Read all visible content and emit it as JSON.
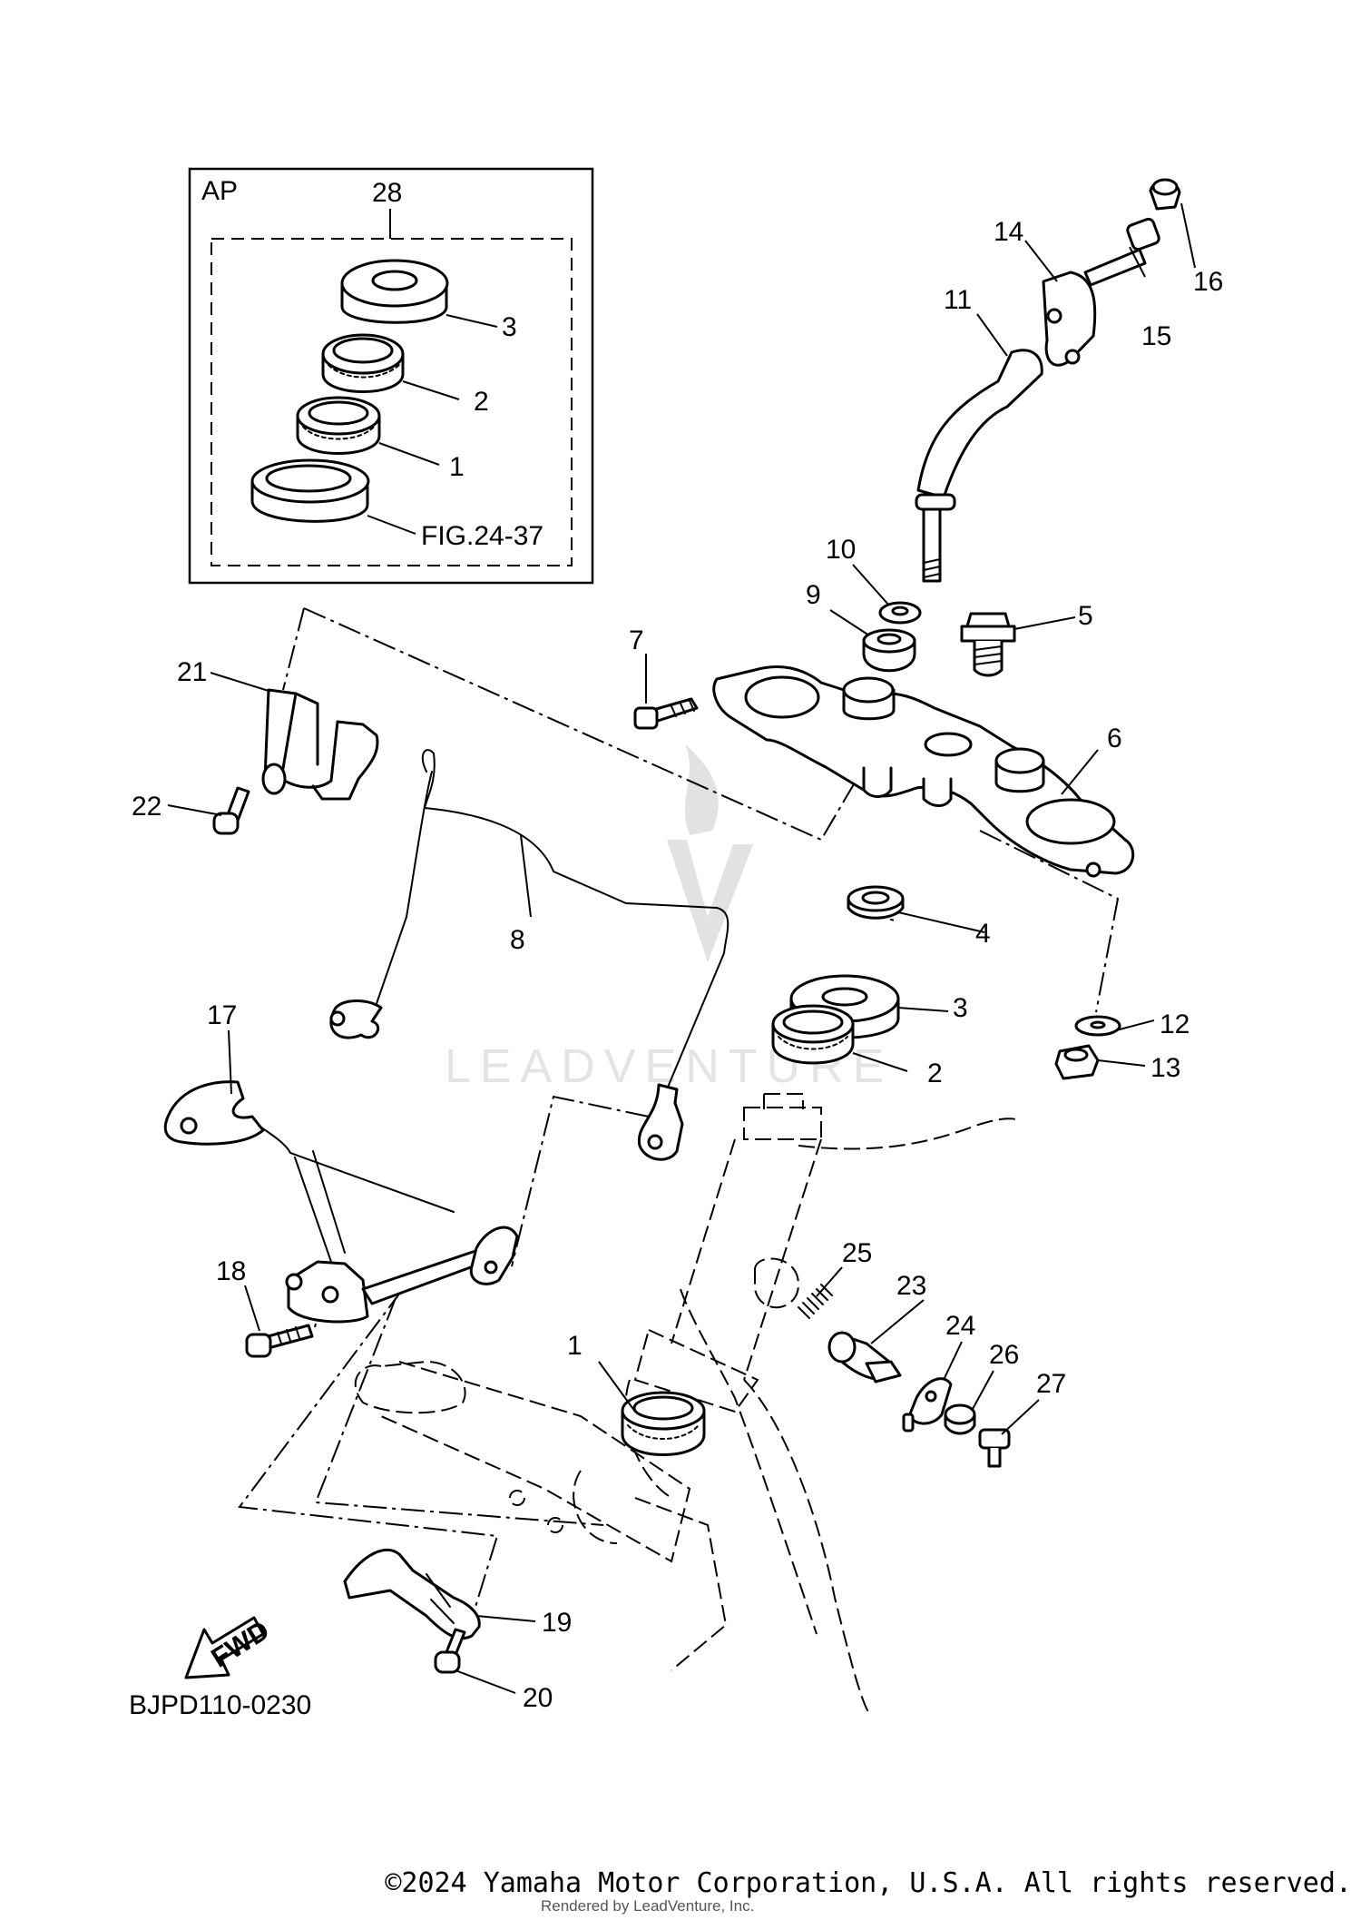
{
  "inset": {
    "title": "AP",
    "kit_number": "28",
    "fig_ref": "FIG.24-37"
  },
  "callouts": [
    "1",
    "2",
    "3",
    "4",
    "5",
    "6",
    "7",
    "8",
    "9",
    "10",
    "11",
    "12",
    "13",
    "14",
    "15",
    "16",
    "17",
    "18",
    "19",
    "20",
    "21",
    "22",
    "23",
    "24",
    "25",
    "26",
    "27"
  ],
  "fwd_label": "FWD",
  "diagram_code": "BJPD110-0230",
  "watermark": "LEADVENTURE",
  "copyright": "©2024 Yamaha Motor Corporation, U.S.A. All rights reserved.",
  "rendered_by": "Rendered by LeadVenture, Inc."
}
